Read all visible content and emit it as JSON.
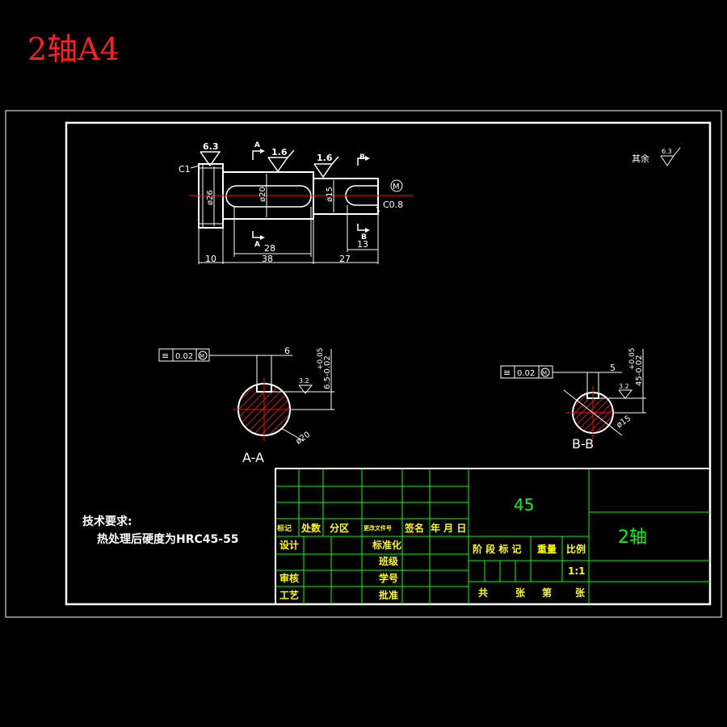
{
  "sheet_title": "2轴A4",
  "colors": {
    "background": "#000000",
    "line": "#ffffff",
    "title_red": "#ff2020",
    "table_green": "#00ff00",
    "table_yellow": "#ffff00",
    "center_red": "#ff0000",
    "hatch_red": "#ff3030"
  },
  "main_view": {
    "chamfer_left": "C1",
    "chamfer_right": "C0.8",
    "dia_26": "ø26",
    "dia_20": "ø20",
    "dia_15": "ø15",
    "rough_1": "6.3",
    "rough_2": "1.6",
    "rough_3": "1.6",
    "section_a_top": "A",
    "section_a_bot": "A",
    "section_b_top": "B",
    "section_b_bot": "B",
    "len_28": "28",
    "len_13": "13",
    "len_10": "10",
    "len_38": "38",
    "len_27": "27",
    "mark_m": "M"
  },
  "rest_roughness": {
    "label": "其余",
    "value": "6.3"
  },
  "section_aa": {
    "label": "A-A",
    "tol_symbol": "≡",
    "tol_value": "0.02",
    "tol_mod": "M",
    "width": "6",
    "depth": "6.5-0.02",
    "depth_upper": "+0.05",
    "roughness": "3.2",
    "diameter": "ø20"
  },
  "section_bb": {
    "label": "B-B",
    "tol_symbol": "≡",
    "tol_value": "0.02",
    "tol_mod": "M",
    "width": "5",
    "depth": "45-0.02",
    "depth_upper": "+0.05",
    "roughness": "3.2",
    "diameter": "ø15"
  },
  "tech_req": {
    "heading": "技术要求:",
    "line1": "热处理后硬度为HRC45-55"
  },
  "title_block": {
    "material": "45",
    "part_name": "2轴",
    "h_mark": "标记",
    "h_count": "处数",
    "h_zone": "分区",
    "h_doc": "更改文件号",
    "h_sign": "签名",
    "h_date": "年 月 日",
    "design": "设计",
    "standard": "标准化",
    "class": "班级",
    "review": "审核",
    "student_no": "学号",
    "process": "工艺",
    "approve": "批准",
    "stage_mark": "阶 段 标 记",
    "weight": "重量",
    "scale": "比例",
    "scale_value": "1:1",
    "total": "共",
    "sheets": "张",
    "page": "第",
    "sheet": "张"
  }
}
